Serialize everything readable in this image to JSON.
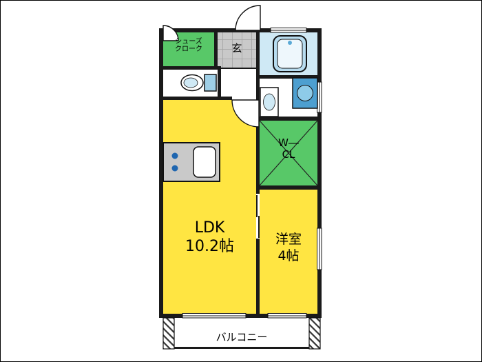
{
  "colors": {
    "wall": "#1a1a1a",
    "room_yellow": "#ffe542",
    "closet_green": "#58c868",
    "genkan_gray": "#c9c9c9",
    "genkan_grid_line": "#a0a0a0",
    "bath_floor_blue": "#cfe9f5",
    "tub_blue": "#b7dcef",
    "appliance_blue": "#4d9fd0",
    "fixture_blue": "#9fcfe6",
    "burner_blue": "#1f66b0"
  },
  "labels": {
    "shoes_line1": "シューズ",
    "shoes_line2": "クローク",
    "genkan": "玄",
    "wcl_line1": "W―",
    "wcl_line2": "CL",
    "ldk_name": "LDK",
    "ldk_size": "10.2帖",
    "western_name": "洋室",
    "western_size": "4帖",
    "balcony": "バルコニー"
  }
}
